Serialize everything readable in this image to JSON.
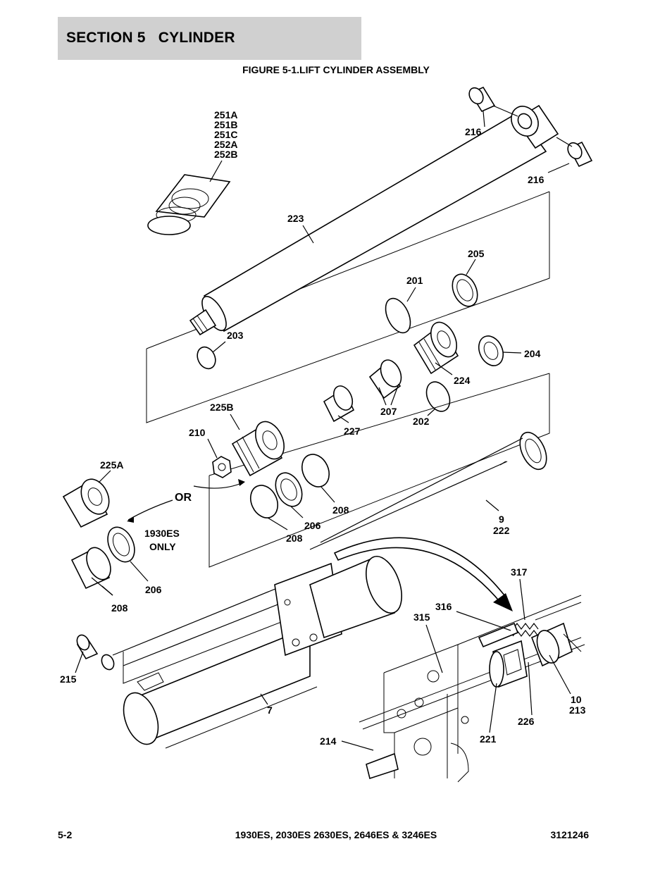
{
  "header": {
    "section_title": "SECTION 5   CYLINDER"
  },
  "figure": {
    "title": "FIGURE 5-1.LIFT CYLINDER ASSEMBLY"
  },
  "callouts": {
    "c251a": "251A",
    "c251b": "251B",
    "c251c": "251C",
    "c252a": "252A",
    "c252b": "252B",
    "c216a": "216",
    "c216b": "216",
    "c223": "223",
    "c205": "205",
    "c201": "201",
    "c203": "203",
    "c204": "204",
    "c224": "224",
    "c225b": "225B",
    "c207": "207",
    "c202": "202",
    "c210": "210",
    "c227": "227",
    "c225a": "225A",
    "c_or": "OR",
    "c208a": "208",
    "c206a": "206",
    "c208b": "208",
    "c9": "9",
    "c222": "222",
    "c1930es": "1930ES",
    "c_only": "ONLY",
    "c206b": "206",
    "c208c": "208",
    "c317": "317",
    "c316": "316",
    "c315": "315",
    "c215": "215",
    "c7": "7",
    "c10": "10",
    "c213": "213",
    "c226": "226",
    "c221": "221",
    "c214": "214"
  },
  "footer": {
    "page": "5-2",
    "models": "1930ES, 2030ES 2630ES, 2646ES & 3246ES",
    "doc_number": "3121246"
  }
}
